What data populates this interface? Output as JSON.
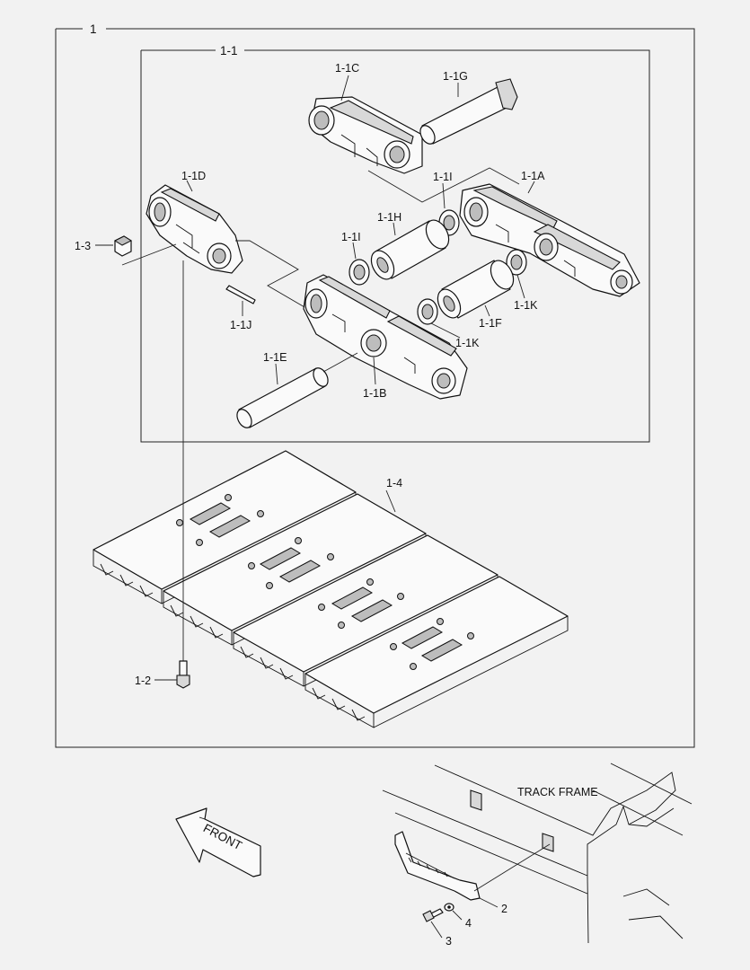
{
  "labels": {
    "assembly": "1",
    "sub_assembly": "1-1",
    "link_c": "1-1C",
    "pin_g": "1-1G",
    "link_d": "1-1D",
    "seal_i_top": "1-1I",
    "link_a": "1-1A",
    "bush_h": "1-1H",
    "nut_3": "1-3",
    "seal_i_mid": "1-1I",
    "seal_k_right": "1-1K",
    "bush_f": "1-1F",
    "spring_pin_j": "1-1J",
    "seal_k_mid": "1-1K",
    "pin_e": "1-1E",
    "link_b": "1-1B",
    "shoe_4": "1-4",
    "bolt_2": "1-2",
    "track_frame": "TRACK FRAME",
    "guard_2": "2",
    "washer_4": "4",
    "bolt_3": "3",
    "front": "FRONT"
  },
  "colors": {
    "background": "#f2f2f2",
    "line": "#111111",
    "fill_light": "#fafafa",
    "fill_shade": "#bdbdbd"
  }
}
